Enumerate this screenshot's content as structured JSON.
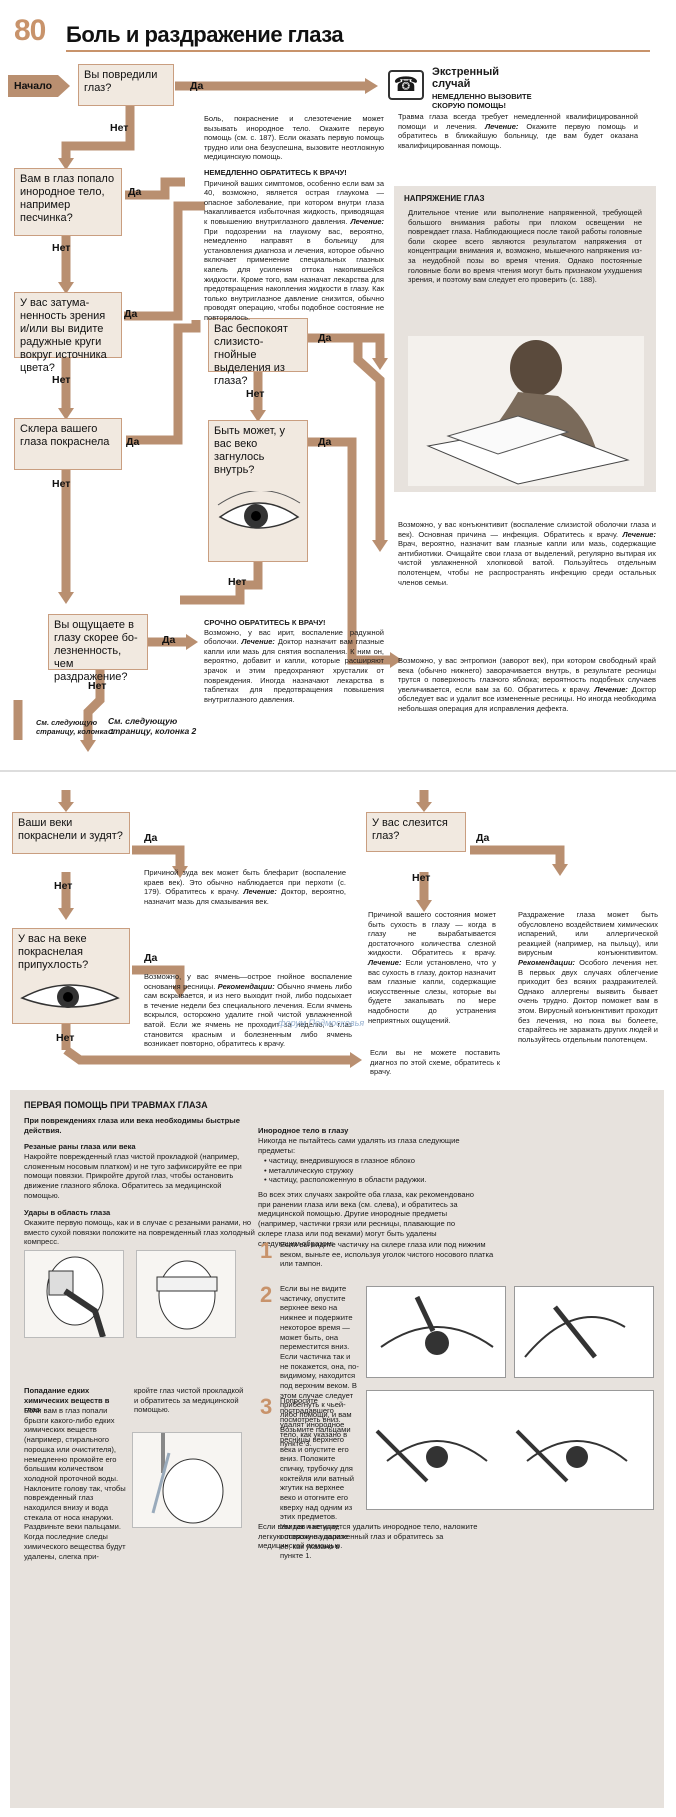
{
  "page_number": "80",
  "title": "Боль и раздражение глаза",
  "start_label": "Начало",
  "yes": "Да",
  "no": "Нет",
  "q1": "Вы повредили глаз?",
  "q2": "Вам в глаз попало инородное тело, например песчинка?",
  "q3": "У вас затума-ненность зрения и/или вы видите радужные круги вокруг источника цвета?",
  "q4": "Склера вашего глаза покраснела",
  "q5": "Вас беспокоят слизисто-гнойные выделения из глаза?",
  "q6": "Быть может, у вас веко загнулось внутрь?",
  "q7": "Вы ощущаете в глазу скорее бо-лезненность, чем раздражение?",
  "q8": "Ваши веки покраснели и зудят?",
  "q9": "У вас слезится глаз?",
  "q10": "У вас на веке покраснелая припухлость?",
  "emergency": {
    "title": "Экстренный случай",
    "sub": "НЕМЕДЛЕННО ВЫЗОВИТЕ СКОРУЮ ПОМОЩЬ!",
    "text": "Травма глаза всегда требует немедленной квалифицированной помощи и лечения.",
    "treat_label": "Лечение:",
    "treat": "Окажите первую помощь и обратитесь в ближайшую больницу, где вам будет оказана квалифицированная помощь."
  },
  "a_foreign": "Боль, покраснение и слезотечение может вызывать инородное тело. Окажите первую помощь (см. с. 187). Если оказать первую помощь трудно или она безуспешна, вызовите неотложную медицинскую помощь.",
  "a_glaucoma": {
    "title": "НЕМЕДЛЕННО ОБРАТИТЕСЬ К ВРАЧУ!",
    "text": "Причиной ваших симптомов, особенно если вам за 40, возможно, является острая глаукома — опасное заболевание, при котором внутри глаза накапливается избыточная жидкость, приводящая к повышению внутриглазного давления.",
    "treat_label": "Лечение:",
    "treat": "При подозрении на глаукому вас, вероятно, немедленно направят в больницу для установления диагноза и лечения, которое обычно включает применение специальных глазных капель для усиления оттока накопившейся жидкости. Кроме того, вам назначат лекарства для предотвращения накопления жидкости в глазу. Как только внутриглазное давление снизится, обычно проводят операцию, чтобы подобное состояние не повторялось."
  },
  "strain": {
    "title": "НАПРЯЖЕНИЕ ГЛАЗ",
    "text": "Длительное чтение или выполнение напряженной, требующей большого внимания работы при плохом освещении не повреждает глаза. Наблюдающиеся после такой работы головные боли скорее всего являются результатом напряжения от концентрации внимания и, возможно, мышечного напряжения из-за неудобной позы во время чтения. Однако постоянные головные боли во время чтения могут быть признаком ухудшения зрения, и поэтому вам следует его проверить (с. 188)."
  },
  "a_conj": "Возможно, у вас конъюнктивит (воспаление слизистой оболочки глаза и век). Основная причина — инфекция. Обратитесь к врачу.",
  "a_conj_treat_label": "Лечение:",
  "a_conj_treat": "Врач, вероятно, назначит вам глазные капли или мазь, содержащие антибиотики. Очищайте свои глаза от выделений, регулярно вытирая их чистой увлажненной хлопковой ватой. Пользуйтесь отдельным полотенцем, чтобы не распространять инфекцию среди остальных членов семьи.",
  "a_entropion": "Возможно, у вас энтропион (заворот век), при котором свободный край века (обычно нижнего) заворачивается внутрь, в результате ресницы трутся о поверхность глазного яблока; вероятность подобных случаев увеличивается, если вам за 60. Обратитесь к врачу.",
  "a_entropion_treat_label": "Лечение:",
  "a_entropion_treat": "Доктор обследует вас и удалит все измененные ресницы. Но иногда необходима небольшая операция для исправления дефекта.",
  "a_iritis": {
    "title": "СРОЧНО ОБРАТИТЕСЬ К ВРАЧУ!",
    "text": "Возможно, у вас ирит, воспаление радужной оболочки.",
    "treat_label": "Лечение:",
    "treat": "Доктор назначит вам глазные капли или мазь для снятия воспаления. К ним он, вероятно, добавит и капли, которые расширяют зрачок и этим предохраняют хрусталик от повреждения. Иногда назначают лекарства в таблетках для предотвращения повышения внутриглазного давления."
  },
  "see1": "См. следующую страницу, колонка 1",
  "see2": "См. следующую страницу, колонка 2",
  "a_blepharitis": "Причиной зуда век может быть блефарит (воспаление краев век). Это обычно наблюдается при перхоти (с. 179). Обратитесь к врачу.",
  "a_bleph_treat_label": "Лечение:",
  "a_bleph_treat": "Доктор, вероятно, назначит мазь для смазывания век.",
  "a_stye": "Возможно, у вас ячмень—острое гнойное воспаление основания ресницы.",
  "a_stye_rec_label": "Рекомендации:",
  "a_stye_rec": "Обычно ячмень либо сам вскрывается, и из него выходит гной, либо подсыхает в течение недели без специального лечения. Если ячмень вскрылся, осторожно удалите гной чистой увлажненной ватой. Если же ячмень не проходит за неделю, а глаз становится красным и болезненным либо ячмень возникает повторно, обратитесь к врачу.",
  "a_tear": "Причиной вашего состояния может быть сухость в глазу — когда в глазу не вырабатывается достаточного количества слезной жидкости. Обратитесь к врачу.",
  "a_tear_treat_label": "Лечение:",
  "a_tear_treat": "Если установлено, что у вас сухость в глазу, доктор назначит вам глазные капли, содержащие искусственные слезы, которые вы будете закапывать по мере надобности до устранения неприятных ощущений.",
  "a_irrit": "Раздражение глаза может быть обусловлено воздействием химических испарений, или аллергической реакцией (например, на пыльцу), или вирусным конъюнктивитом.",
  "a_irrit_rec_label": "Рекомендации:",
  "a_irrit_rec": "Особого лечения нет. В первых двух случаях облегчение приходит без всяких раздражителей. Однако аллергены выявить бывает очень трудно. Доктор поможет вам в этом. Вирусный конъюнктивит проходит без лечения, но пока вы болеете, старайтесь не заражать других людей и пользуйтесь отдельным полотенцем.",
  "a_none": "Если вы не можете поставить диагноз по этой схеме, обратитесь к врачу.",
  "watermark": "форум Подмосковья",
  "fa": {
    "title": "ПЕРВАЯ ПОМОЩЬ ПРИ ТРАВМАХ ГЛАЗА",
    "intro": "При повреждениях глаза или века необходимы быстрые действия.",
    "cuts_title": "Резаные раны глаза или века",
    "cuts": "Накройте поврежденный глаз чистой прокладкой (например, сложенным носовым платком) и не туго зафиксируйте ее при помощи повязки. Прикройте другой глаз, чтобы остановить движение глазного яблока. Обратитесь за медицинской помощью.",
    "blows_title": "Удары в область глаза",
    "blows": "Окажите первую помощь, как и в случае с резаными ранами, но вместо сухой повязки положите на поврежденный глаз холодный компресс.",
    "chem_title": "Попадание едких химических веществ в глаз",
    "chem": "Если вам в глаз попали брызги какого-либо едких химических веществ (например, стирального порошка или очистителя), немедленно промойте его большим количеством холодной проточной воды. Наклоните голову так, чтобы поврежденный глаз находился внизу и вода стекала от носа кнаружи. Раздвиньте веки пальцами. Когда последние следы химического вещества будут удалены, слегка при-",
    "chem2": "кройте глаз чистой прокладкой и обратитесь за медицинской помощью.",
    "fb_title": "Инородное тело в глазу",
    "fb_intro": "Никогда не пытайтесь сами удалять из глаза следующие предметы:",
    "fb_list": [
      "частицу, внедрившуюся в глазное яблоко",
      "металлическую стружку",
      "частицу, расположенную в области радужки."
    ],
    "fb_text": "Во всех этих случаях закройте оба глаза, как рекомендовано при ранении глаза или века (см. слева), и обратитесь за медицинской помощью. Другие инородные предметы (например, частички грязи или ресницы, плавающие по склере глаза или под веками) могут быть удалены следующим образом:",
    "step1": "Если вы видите частичку на склере глаза или под нижним веком, выньте ее, используя уголок чистого носового платка или тампон.",
    "step2": "Если вы не видите частичку, опустите верхнее веко на нижнее и подержите некоторое время — может быть, она переместится вниз. Если частичка так и не покажется, она, по-видимому, находится под верхним веком. В этом случае следует прибегнуть к чьей-либо помощи, и вам удалят инородное тело, как указано в пункте 3.",
    "step3": "Попросите пострадавшего посмотреть вниз. Возьмите пальцами ресницы верхнего века и опустите его вниз. Положите спичку, трубочку для коктейля или ватный жгутик на верхнее веко и отогните его кверху над одним из этих предметов. Увидев частичку, осторожно удалите ее, как указано в пункте 1.",
    "final": "Если вам так и не удается удалить инородное тело, наложите легкую повязку на пораженный глаз и обратитесь за медицинской помощью.",
    "n1": "1",
    "n2": "2",
    "n3": "3"
  },
  "colors": {
    "accent": "#c8936b",
    "arrow": "#b98f70",
    "box": "#f1e9e0"
  }
}
